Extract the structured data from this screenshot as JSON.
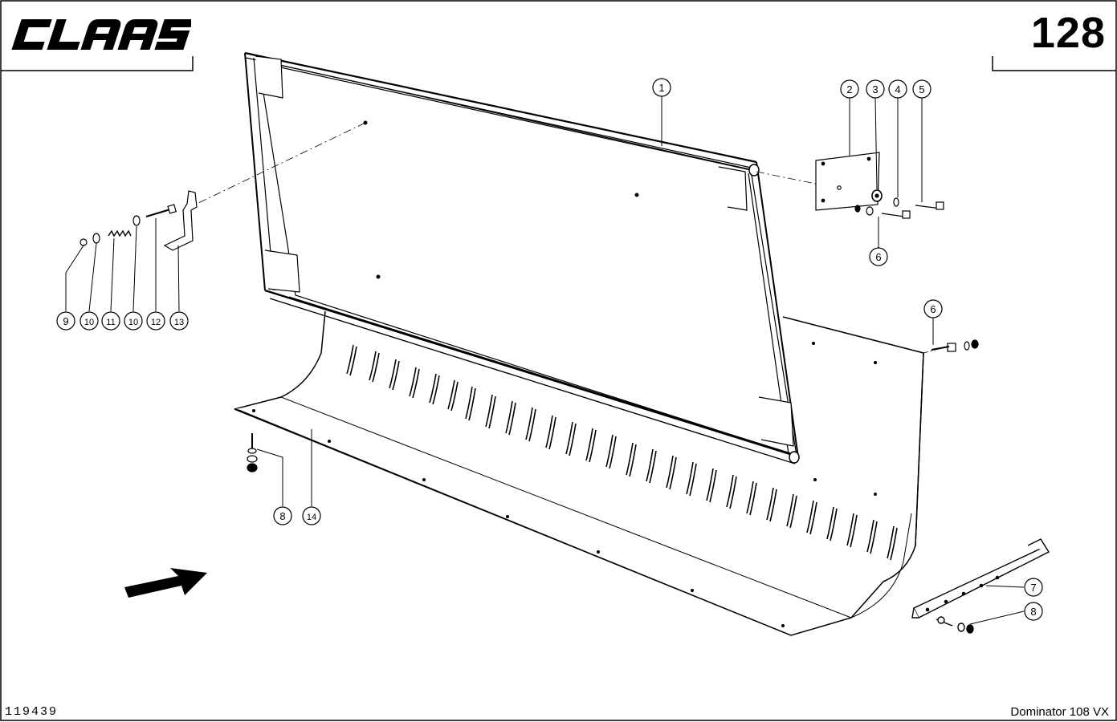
{
  "header": {
    "brand": "CLAAS",
    "page_number": "128"
  },
  "footer": {
    "drawing_number": "119439",
    "model": "Dominator 108 VX"
  },
  "callouts": [
    "1",
    "2",
    "3",
    "4",
    "5",
    "6",
    "6",
    "7",
    "8",
    "8",
    "9",
    "10",
    "11",
    "10",
    "12",
    "13",
    "14"
  ]
}
